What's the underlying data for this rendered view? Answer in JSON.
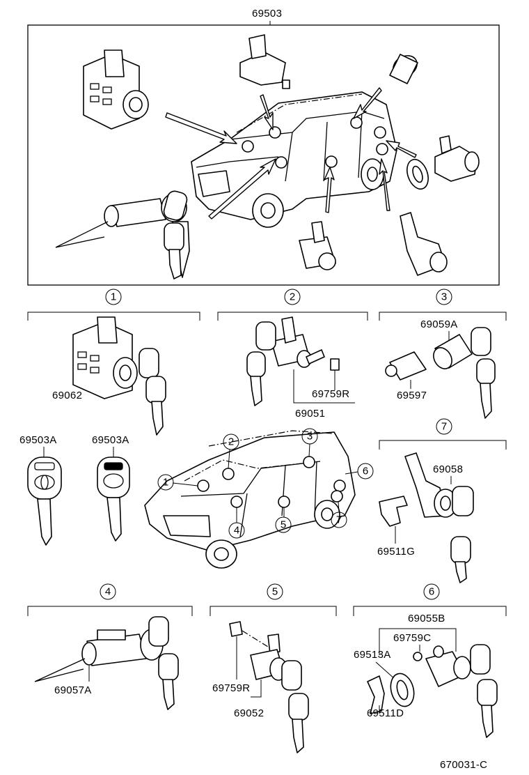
{
  "diagram": {
    "assembly_label": "69503",
    "figure_code": "670031-C",
    "section_numbers": [
      "1",
      "2",
      "3",
      "4",
      "5",
      "6",
      "7"
    ],
    "parts": {
      "s1_part": "69062",
      "s2_part_a": "69759R",
      "s2_part_b": "69051",
      "s3_part_a": "69059A",
      "s3_part_b": "69597",
      "key_a": "69503A",
      "key_b": "69503A",
      "s7_part_a": "69058",
      "s7_part_b": "69511G",
      "s4_part": "69057A",
      "s5_part_a": "69759R",
      "s5_part_b": "69052",
      "s6_part_a": "69055B",
      "s6_part_b": "69759C",
      "s6_part_c": "69513A",
      "s6_part_d": "69511D"
    },
    "vehicle_callouts": [
      "1",
      "2",
      "3",
      "4",
      "5",
      "6",
      "7"
    ]
  }
}
